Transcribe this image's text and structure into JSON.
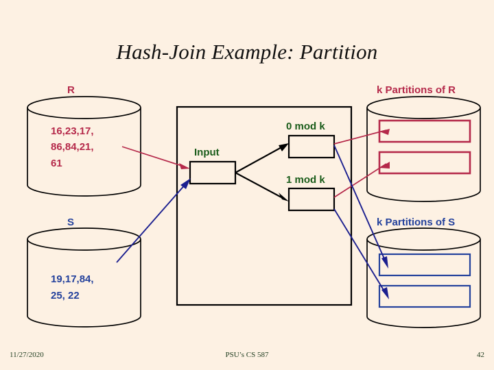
{
  "slide": {
    "title": "Hash-Join Example: Partition",
    "background_color": "#fdf1e3"
  },
  "colors": {
    "relation_r": "#b5294a",
    "relation_s": "#23419c",
    "label_green": "#1a5c1a",
    "outline": "#000000"
  },
  "diagram": {
    "source_r": {
      "label": "R",
      "contents_line1": "16,23,17,",
      "contents_line2": "86,84,21,",
      "contents_line3": "61"
    },
    "source_s": {
      "label": "S",
      "contents_line1": "19,17,84,",
      "contents_line2": "25, 22"
    },
    "process": {
      "input_label": "Input",
      "bucket0_label": "0 mod k",
      "bucket1_label": "1 mod k"
    },
    "target_r": {
      "label": "k Partitions of R",
      "partition_count": 2
    },
    "target_s": {
      "label": "k Partitions of S",
      "partition_count": 2
    }
  },
  "footer": {
    "date": "11/27/2020",
    "center": "PSU’s CS 587",
    "page": "42"
  }
}
